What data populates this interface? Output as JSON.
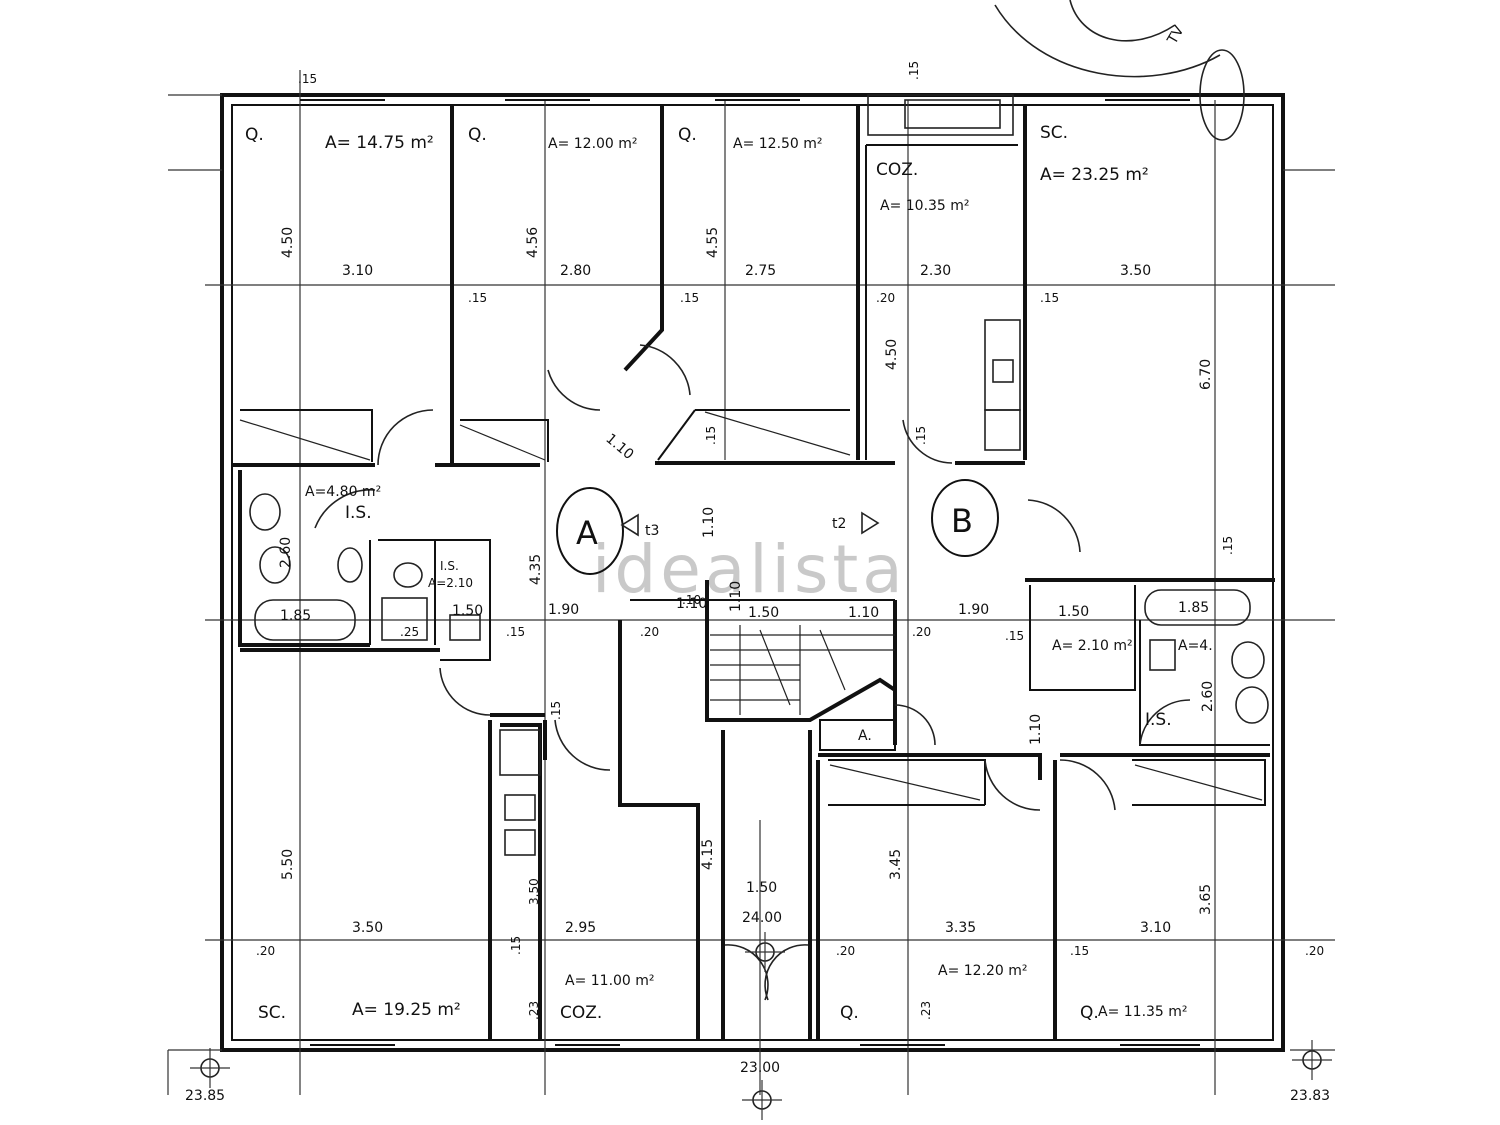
{
  "plan": {
    "watermark": "idealista",
    "units": [
      {
        "id": "unit-a",
        "label": "A"
      },
      {
        "id": "unit-b",
        "label": "B"
      }
    ],
    "markers": {
      "t3": "t3",
      "t2": "t2"
    },
    "rooms": [
      {
        "id": "q1",
        "code": "Q.",
        "area": "A= 14.75 m²",
        "w": "3.10",
        "h": "4.50"
      },
      {
        "id": "q2",
        "code": "Q.",
        "area": "A= 12.00 m²",
        "w": "2.80",
        "h": "4.56"
      },
      {
        "id": "q3",
        "code": "Q.",
        "area": "A= 12.50 m²",
        "w": "2.75",
        "h": "4.55"
      },
      {
        "id": "coz-top",
        "code": "COZ.",
        "area": "A= 10.35 m²",
        "w": "2.30",
        "h": "4.50"
      },
      {
        "id": "sc-top",
        "code": "SC.",
        "area": "A= 23.25 m²",
        "w": "3.50",
        "h": "6.70"
      },
      {
        "id": "ls-a",
        "code": "I.S.",
        "area": "A=4.80 m²",
        "w": "1.85",
        "h": "2.60"
      },
      {
        "id": "ls-a2",
        "code": "I.S.",
        "area": "A=2.10",
        "w": "1.50",
        "h": ""
      },
      {
        "id": "sc-bottom",
        "code": "SC.",
        "area": "A= 19.25 m²",
        "w": "3.50",
        "h": "5.50"
      },
      {
        "id": "coz-bottom",
        "code": "COZ.",
        "area": "A= 11.00 m²",
        "w": "2.95",
        "h": "3.50"
      },
      {
        "id": "q4",
        "code": "Q.",
        "area": "A= 12.20 m²",
        "w": "3.35",
        "h": "3.45"
      },
      {
        "id": "q5",
        "code": "Q.",
        "area": "A= 11.35 m²",
        "w": "3.10",
        "h": "3.65"
      },
      {
        "id": "ls-b",
        "code": "I.S.",
        "area": "A=4.",
        "w": "1.85",
        "h": "2.60"
      },
      {
        "id": "ls-b2",
        "code": "",
        "area": "A= 2.10 m²",
        "w": "1.50",
        "h": ""
      }
    ],
    "extra_labels": {
      "hall_a_w": "1.90",
      "hall_a_h": "4.35",
      "hall_b_w": "1.90",
      "stair_w": "1.50",
      "corr_w": "1.10",
      "corr_h": "1.10",
      "entry_w": "1.50",
      "entry_h": "4.15",
      "door_diag": "1.10",
      "small_a": "A.",
      "hall_a_e": "1.10",
      "hall_b_e": "1.10",
      "stair_x": "1.10"
    },
    "levels": {
      "entrance": "24.00",
      "bottom_center": "23.00",
      "left_corner": "23.85",
      "right_corner": "23.83"
    },
    "wall_dims": [
      ".15",
      ".20",
      ".15",
      ".15",
      ".20",
      ".15",
      ".15",
      ".20",
      ".15",
      ".20",
      ".23",
      ".23",
      ".15",
      ".20",
      ".10",
      ".15",
      ".15",
      ".15",
      ".25",
      ".20",
      ".15",
      ".15"
    ],
    "corner_labels": {
      "top_right": "TV"
    }
  }
}
